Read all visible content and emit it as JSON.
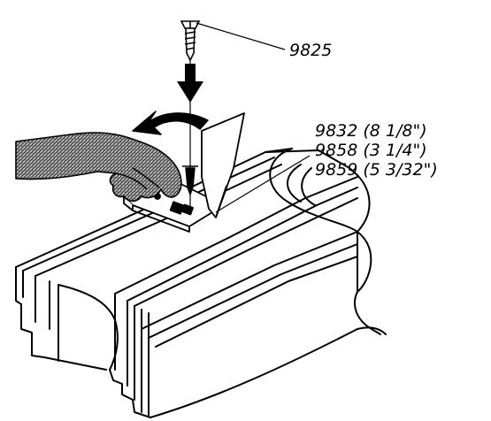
{
  "labels": {
    "screw_part": "9825",
    "clip_a": "9832 (8 1/8\")",
    "clip_b": "9858 (3 1/4\")",
    "clip_c": "9859 (5 3/32\")"
  },
  "colors": {
    "ink": "#000000",
    "paper": "#ffffff",
    "glove": "#8a8a8a"
  },
  "icons": {
    "hand": "gloved-hand-icon",
    "screw": "screw-icon",
    "rotate_arrow": "curved-arrow-icon",
    "down_arrow": "down-arrow-icon"
  }
}
